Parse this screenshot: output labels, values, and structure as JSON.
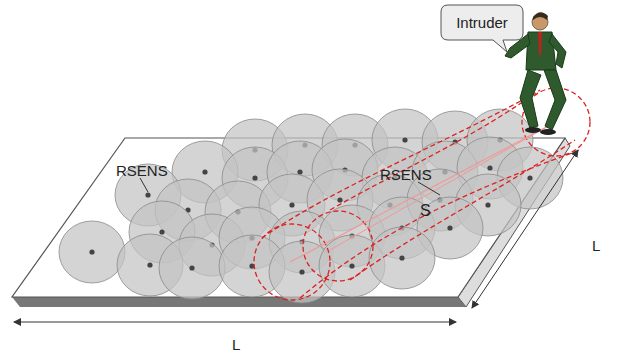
{
  "diagram": {
    "nodes": [
      {
        "text": [
          "Intruder"
        ]
      }
    ],
    "labels": [
      "RSENS",
      "RSENS",
      "S",
      "L",
      "L"
    ]
  }
}
